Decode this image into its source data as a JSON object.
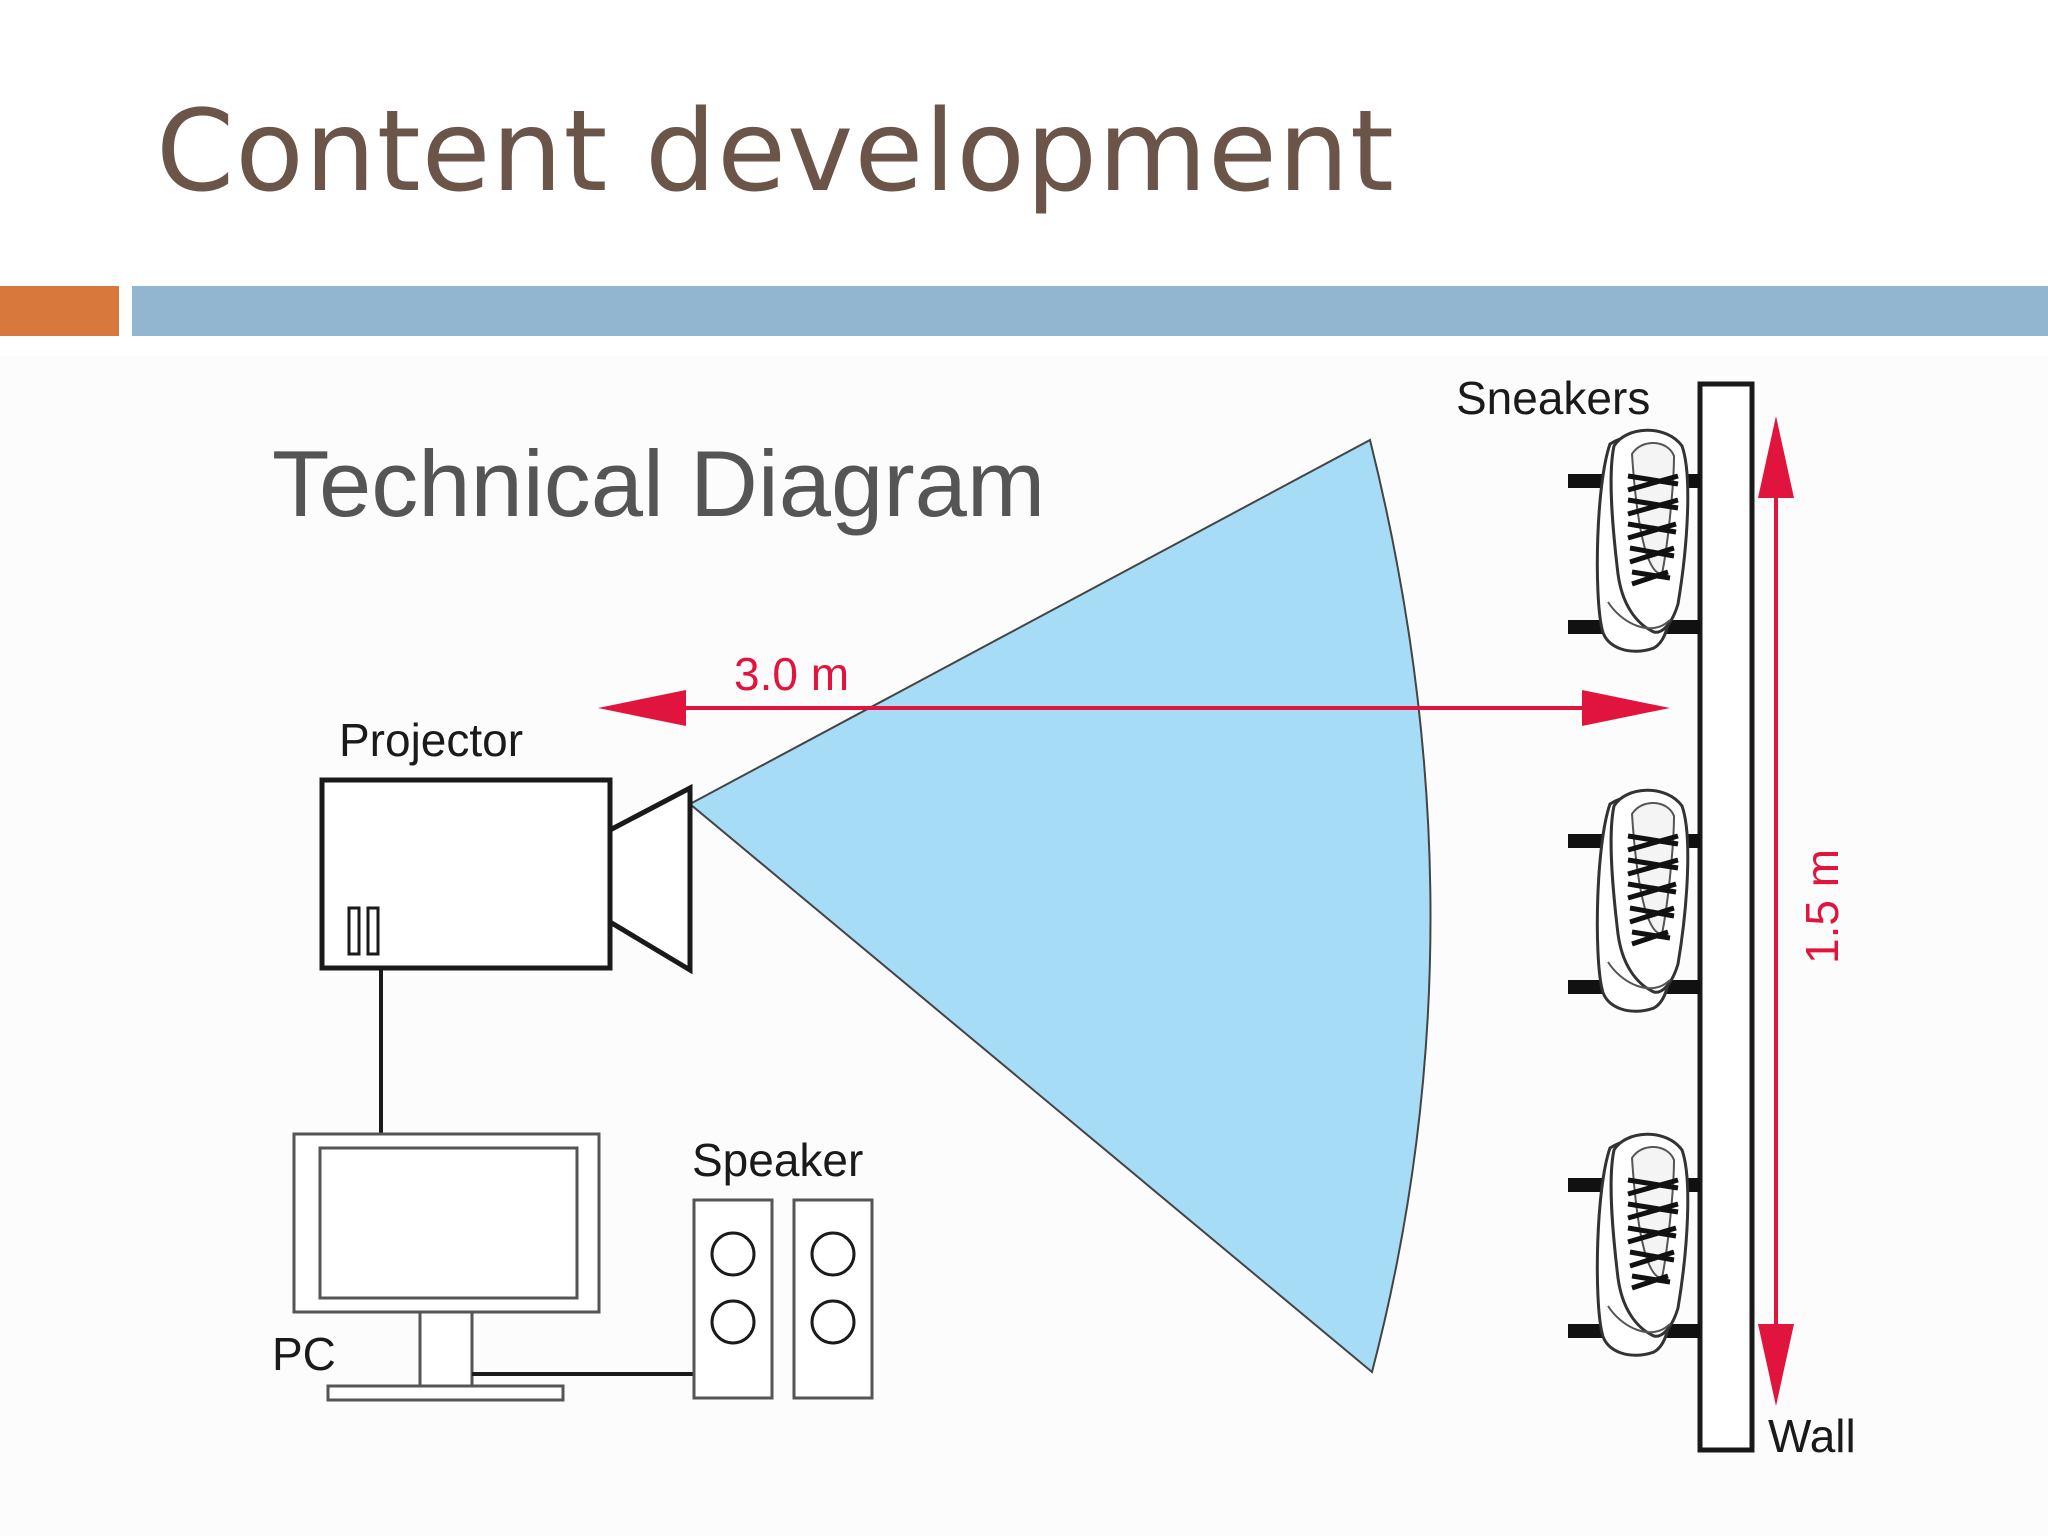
{
  "slide": {
    "title": "Content development"
  },
  "diagram": {
    "title": "Technical Diagram",
    "labels": {
      "projector": "Projector",
      "pc": "PC",
      "speaker": "Speaker",
      "sneakers": "Sneakers",
      "wall": "Wall"
    },
    "dimensions": {
      "distance": "3.0 m",
      "height": "1.5 m"
    }
  },
  "colors": {
    "title_text": "#6b5549",
    "accent_orange": "#d9783c",
    "accent_blue": "#92b6cf",
    "beam": "#a6dcf5",
    "dimension": "#e0143c"
  },
  "icons": {
    "sneaker": "sneaker-icon",
    "speaker": "speaker-icon",
    "monitor": "monitor-icon",
    "projector": "projector-icon"
  }
}
